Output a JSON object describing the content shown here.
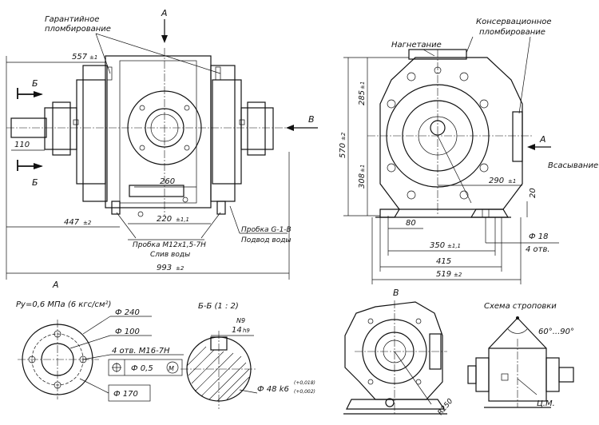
{
  "labels": {
    "warranty_seal": [
      "Гарантийное",
      "пломбирование"
    ],
    "conservation_seal": [
      "Консервационное",
      "пломбирование"
    ],
    "discharge": "Нагнетание",
    "suction": "Всасывание",
    "drain_plug": "Пробка М12х1,5-7Н",
    "drain": "Слив воды",
    "supply_plug": "Пробка G-1-B",
    "supply": "Подвод воды",
    "view_a": "А",
    "view_b": "Б",
    "view_v": "В",
    "section_bb": "Б-Б  (1 : 2)",
    "sling_scheme": "Схема строповки",
    "sling_angle": "60°...90°",
    "center_mass": "Ц.М.",
    "pressure": "Pу=0,6 МПа (6 кгс/см²)"
  },
  "dims_front": {
    "d557": "557",
    "d557_tol": "±1",
    "d110": "110",
    "d260": "260",
    "d220": "220",
    "d220_tol": "±1,1",
    "d447": "447",
    "d447_tol": "±2",
    "d993": "993",
    "d993_tol": "±2"
  },
  "dims_side": {
    "d285": "285",
    "d285_tol": "±1",
    "d570": "570",
    "d570_tol": "±2",
    "d308": "308",
    "d308_tol": "±1",
    "d290": "290",
    "d290_tol": "±1",
    "d20": "20",
    "d80": "80",
    "d350": "350",
    "d350_tol": "±1,1",
    "d415": "415",
    "d519": "519",
    "d519_tol": "±2",
    "hole_dia": "Ф 18",
    "hole_count": "4 отв."
  },
  "dims_flange": {
    "d240": "Ф 240",
    "d100": "Ф 100",
    "holes": "4 отв. М16-7Н",
    "tol_pos": "Ф 0,5",
    "tol_mod": "М",
    "d170": "Ф 170"
  },
  "dims_section": {
    "key_width": "14",
    "key_fit": "h9",
    "tol_label": "N9",
    "shaft": "Ф 48 k6",
    "shaft_tol_up": "(+0,018)",
    "shaft_tol_low": "(+0,002)"
  },
  "dims_view_v": {
    "r250": "R250"
  }
}
